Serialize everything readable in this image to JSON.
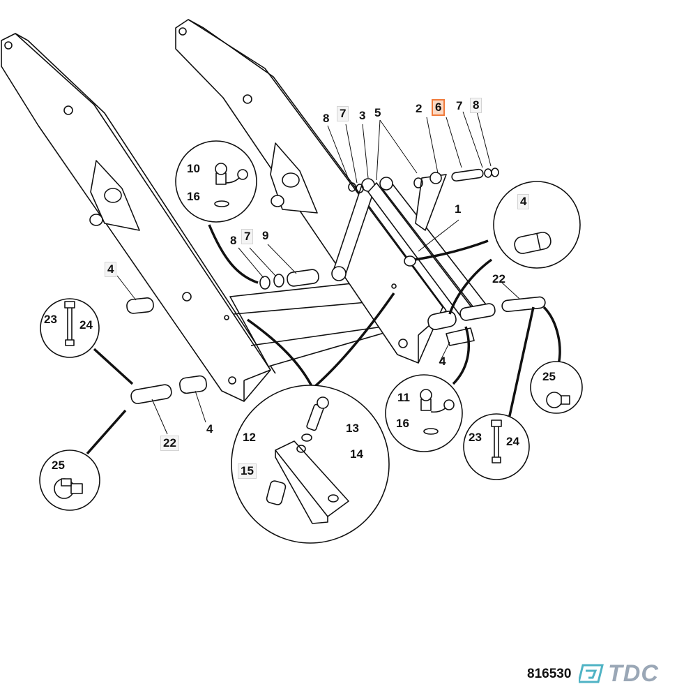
{
  "callouts": {
    "c1": "1",
    "c2": "2",
    "c3": "3",
    "c5": "5",
    "c6": "6",
    "c7a": "7",
    "c8a": "8",
    "c7b": "7",
    "c8b": "8",
    "c10": "10",
    "c16a": "16",
    "c8c": "8",
    "c7c": "7",
    "c9": "9",
    "c4a": "4",
    "c4b": "4",
    "c4c": "4",
    "c4d": "4",
    "c23a": "23",
    "c24a": "24",
    "c22a": "22",
    "c25a": "25",
    "c12": "12",
    "c13": "13",
    "c14": "14",
    "c15": "15",
    "c11": "11",
    "c16b": "16",
    "c22b": "22",
    "c25b": "25",
    "c23b": "23",
    "c24b": "24"
  },
  "footer": {
    "doc_number": "816530",
    "brand": "TDC"
  },
  "colors": {
    "line": "#111111",
    "highlight_border": "#f07a3a",
    "highlight_fill": "#fbd9c4",
    "brand": "#9aa7b6",
    "brand_accent": "#4fb3c4"
  }
}
